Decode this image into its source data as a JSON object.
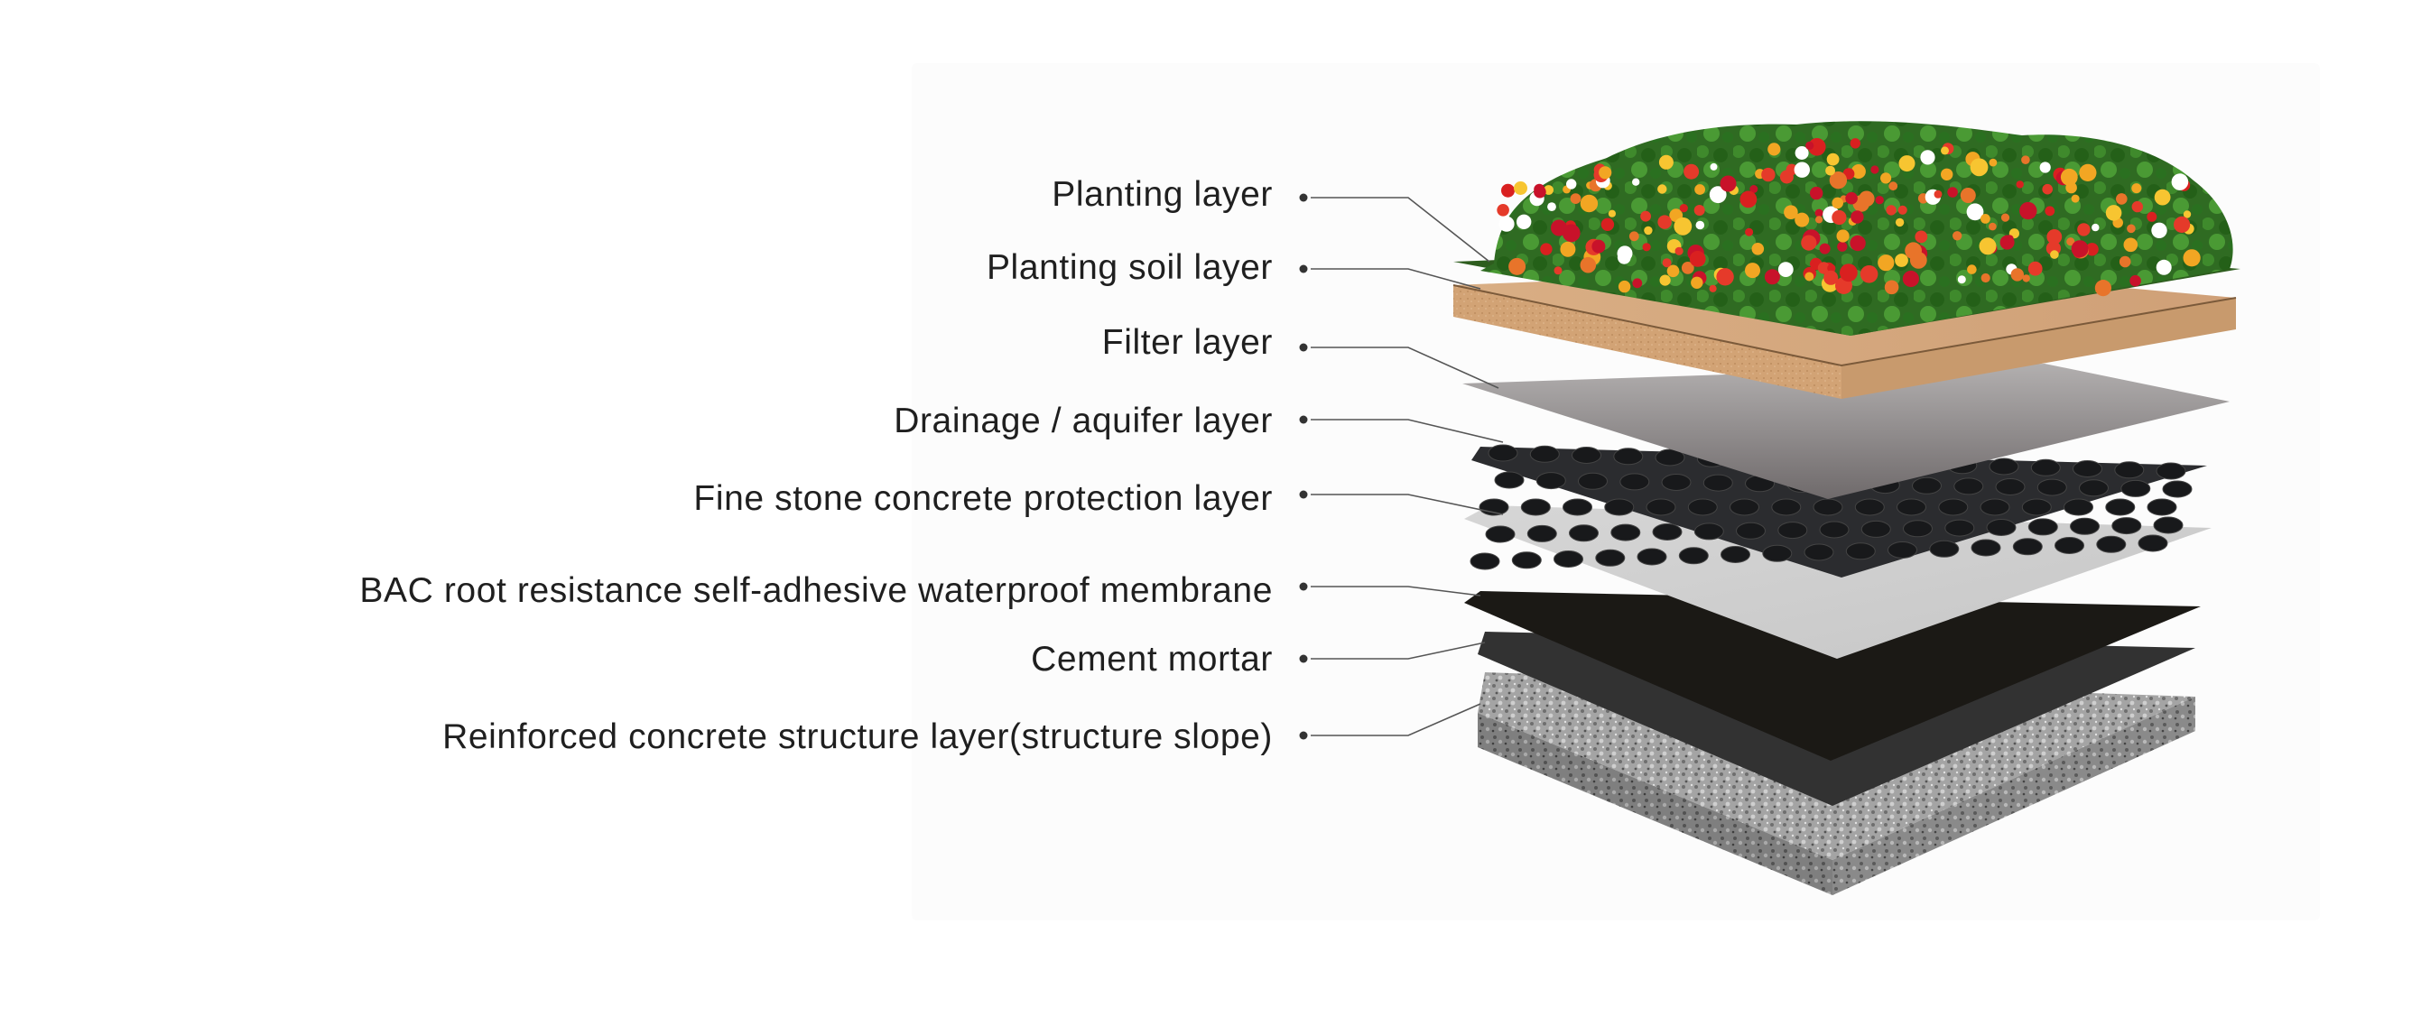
{
  "diagram": {
    "layers": [
      {
        "id": "planting",
        "label": "Planting layer"
      },
      {
        "id": "soil",
        "label": "Planting soil layer"
      },
      {
        "id": "filter",
        "label": "Filter layer"
      },
      {
        "id": "drainage",
        "label": "Drainage / aquifer layer"
      },
      {
        "id": "protection",
        "label": "Fine stone concrete protection layer"
      },
      {
        "id": "membrane",
        "label": "BAC root resistance self-adhesive waterproof membrane"
      },
      {
        "id": "mortar",
        "label": "Cement mortar"
      },
      {
        "id": "structure",
        "label": "Reinforced concrete structure layer(structure slope)"
      }
    ]
  },
  "colors": {
    "soil": "#d8ab80",
    "filter": "#a9a6a6",
    "drainage": "#2a2b2e",
    "protection": "#cfcfcf",
    "membrane": "#1a1815",
    "mortar": "#2f2f2f",
    "concrete": "#9a9a9a",
    "leader": "#555555"
  }
}
